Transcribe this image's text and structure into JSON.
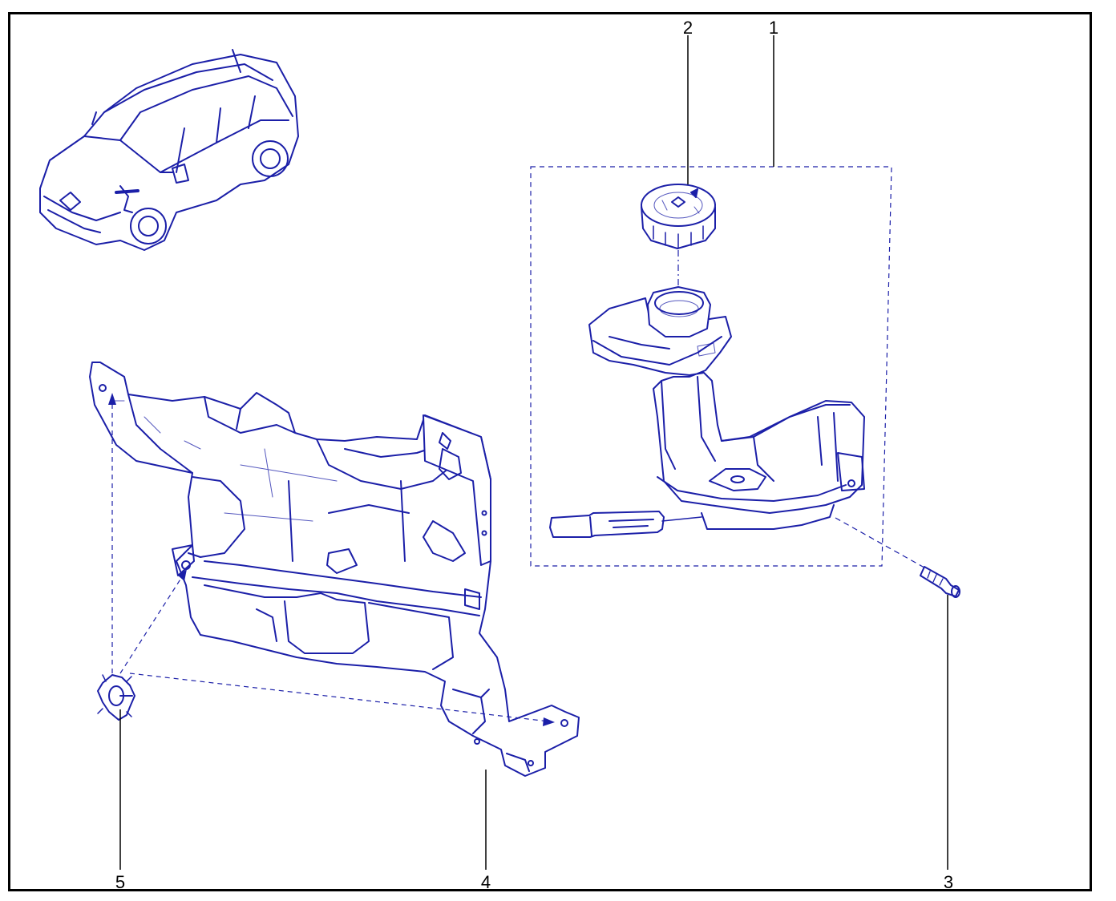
{
  "callouts": [
    {
      "id": "1",
      "label": "1"
    },
    {
      "id": "2",
      "label": "2"
    },
    {
      "id": "3",
      "label": "3"
    },
    {
      "id": "4",
      "label": "4"
    },
    {
      "id": "5",
      "label": "5"
    }
  ],
  "colors": {
    "ink": "#1b1fa8",
    "frame": "#000000",
    "leader": "#000000",
    "background": "#ffffff"
  },
  "parts": [
    {
      "callout": "1",
      "icon": "washer-reservoir-icon"
    },
    {
      "callout": "2",
      "icon": "filler-cap-icon"
    },
    {
      "callout": "3",
      "icon": "screw-icon"
    },
    {
      "callout": "4",
      "icon": "mounting-bracket-icon"
    },
    {
      "callout": "5",
      "icon": "clip-nut-icon"
    }
  ]
}
